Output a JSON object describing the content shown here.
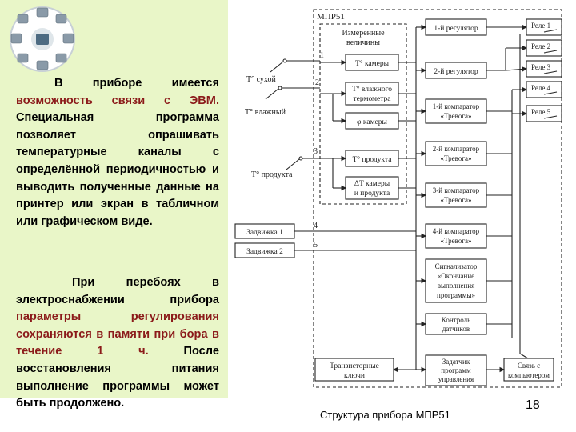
{
  "para1": {
    "s1": "В приборе имеется",
    "s2": "возможность связи с ЭВМ.",
    "s3": "Специальная программа позволяет опрашивать температурные каналы с определённой периодичностью и выводить полученные данные на принтер или экран в табличном или графическом виде."
  },
  "para2": {
    "s1": "При перебоях в электроснабжении прибора",
    "s2": "параметры регулирования сохраняются в памяти при бора в течение 1 ч.",
    "s3": "После восстановления питания выполнение программы может быть продолжено."
  },
  "diagram": {
    "title": "МПР51",
    "group_label": [
      "Измеренные",
      "величины"
    ],
    "sensors": [
      "T° сухой",
      "T° влажный",
      "T° продукта"
    ],
    "inputs": [
      "Задвижка 1",
      "Задвижка 2"
    ],
    "line_numbers": [
      "1",
      "2",
      "3",
      "4",
      "5"
    ],
    "measured": [
      [
        "T° камеры"
      ],
      [
        "T° влажного",
        "термометра"
      ],
      [
        "φ камеры"
      ],
      [
        "T° продукта"
      ],
      [
        "ΔT камеры",
        "и продукта"
      ]
    ],
    "regulators": [
      [
        "1-й регулятор"
      ],
      [
        "2-й регулятор"
      ]
    ],
    "comparators": [
      [
        "1-й компаратор",
        "«Тревога»"
      ],
      [
        "2-й компаратор",
        "«Тревога»"
      ],
      [
        "3-й компаратор",
        "«Тревога»"
      ],
      [
        "4-й компаратор",
        "«Тревога»"
      ]
    ],
    "signalizer": [
      "Сигнализатор",
      "«Окончание",
      "выполнения",
      "программы»"
    ],
    "control": [
      "Контроль",
      "датчиков"
    ],
    "program": [
      "Задатчик",
      "программ",
      "управления"
    ],
    "transistor": [
      "Транзисторные",
      "ключи"
    ],
    "computer": [
      "Связь с",
      "компьютером"
    ],
    "relays": [
      "Реле 1",
      "Реле 2",
      "Реле 3",
      "Реле 4",
      "Реле 5"
    ]
  },
  "caption": "Структура прибора МПР51",
  "page_number": "18"
}
